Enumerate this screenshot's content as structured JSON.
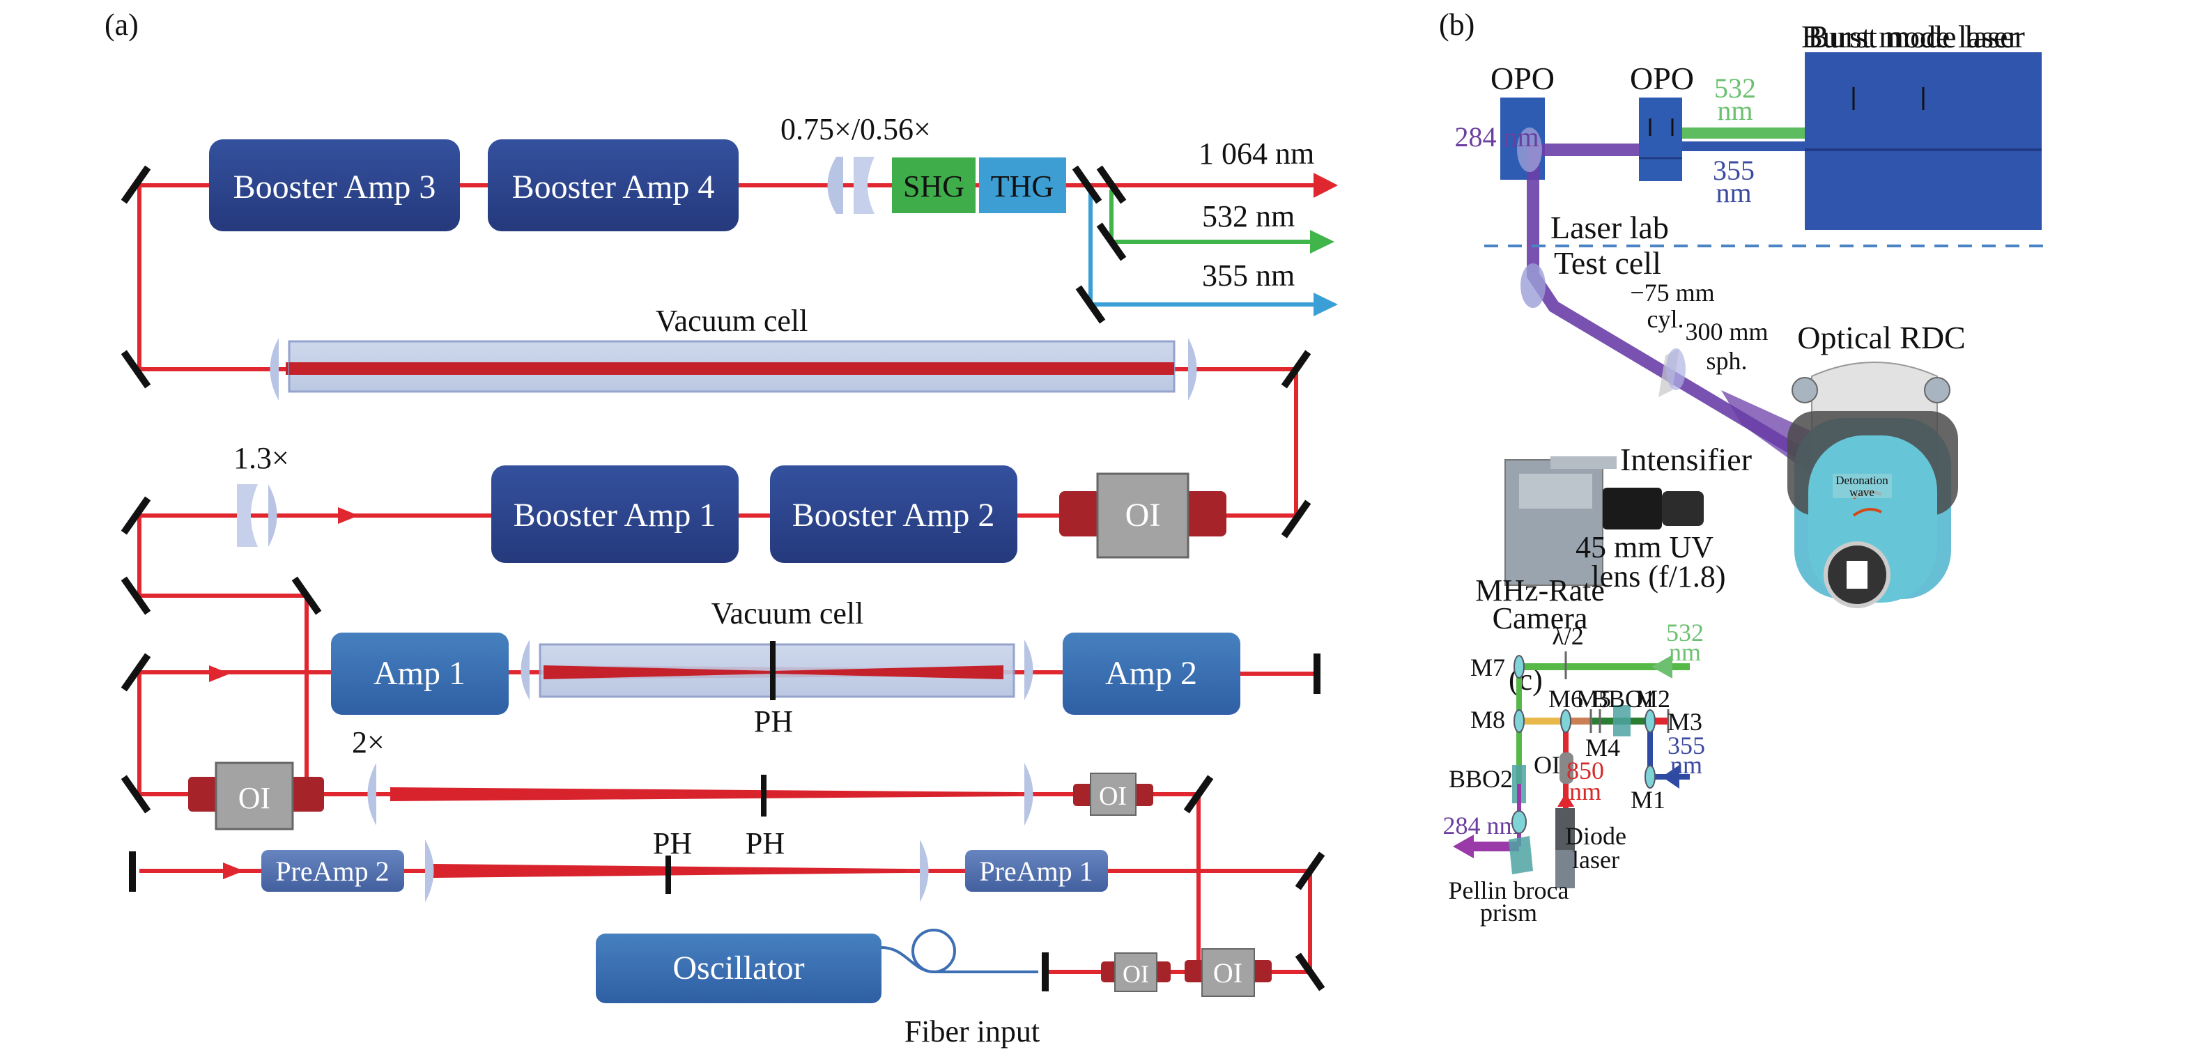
{
  "panels": {
    "a": {
      "label": "(a)",
      "booster_amp_3": "Booster Amp 3",
      "booster_amp_4": "Booster Amp 4",
      "booster_amp_1": "Booster Amp 1",
      "booster_amp_2": "Booster Amp 2",
      "telescope_top": "0.75×/0.56×",
      "shg": "SHG",
      "thg": "THG",
      "out_1064": "1 064 nm",
      "out_532": "532 nm",
      "out_355": "355 nm",
      "vacuum_cell_top": "Vacuum cell",
      "telescope_13": "1.3×",
      "oi": "OI",
      "vacuum_cell_mid": "Vacuum cell",
      "amp_1": "Amp 1",
      "amp_2": "Amp 2",
      "ph": "PH",
      "telescope_2": "2×",
      "preamp_1": "PreAmp 1",
      "preamp_2": "PreAmp 2",
      "oscillator": "Oscillator",
      "fiber_input": "Fiber input"
    },
    "b": {
      "label": "(b)",
      "burst_mode_laser": "Burst mode laser",
      "opo": "OPO",
      "w284": "284 nm",
      "w532_a": "532",
      "w532_b": "nm",
      "w355_a": "355",
      "w355_b": "nm",
      "laser_lab": "Laser lab",
      "test_cell": "Test cell",
      "cyl_a": "−75 mm",
      "cyl_b": "cyl.",
      "sph_a": "300 mm",
      "sph_b": "sph.",
      "optical_rdc": "Optical RDC",
      "intensifier": "Intensifier",
      "detonation_a": "Detonation",
      "detonation_b": "wave",
      "lens_a": "45 mm UV",
      "lens_b": "lens (f/1.8)",
      "camera_a": "MHz-Rate",
      "camera_b": "Camera"
    },
    "c": {
      "label": "(c)",
      "m1": "M1",
      "m2": "M2",
      "m3": "M3",
      "m4": "M4",
      "m5": "M5",
      "m6": "M6",
      "m7": "M7",
      "m8": "M8",
      "half_wave": "λ/2",
      "bbo1": "BBO1",
      "bbo2": "BBO2",
      "oi": "OI",
      "w532_a": "532",
      "w532_b": "nm",
      "w355_a": "355",
      "w355_b": "nm",
      "w850_a": "850",
      "w850_b": "nm",
      "w284": "284 nm",
      "diode_a": "Diode",
      "diode_b": "laser",
      "prism_a": "Pellin broca",
      "prism_b": "prism"
    }
  },
  "colors": {
    "beam_1064": "#e0262e",
    "beam_532": "#3fb54a",
    "beam_355": "#3a9fd6",
    "beam_284": "#6a3fa8",
    "amp_dark": "#2e4592",
    "amp_mid": "#3d6fb3",
    "preamp": "#5470ad",
    "oi_red": "#a6232a",
    "oi_gray": "#a3a3a3",
    "shg_green": "#3fae4a",
    "thg_blue": "#3d9ed4",
    "laser_blue": "#2f55ad",
    "lbl_532": "#6cc070",
    "lbl_355": "#3b4aa0",
    "lbl_850": "#d42a2a",
    "lbl_284": "#6b3fa0"
  }
}
